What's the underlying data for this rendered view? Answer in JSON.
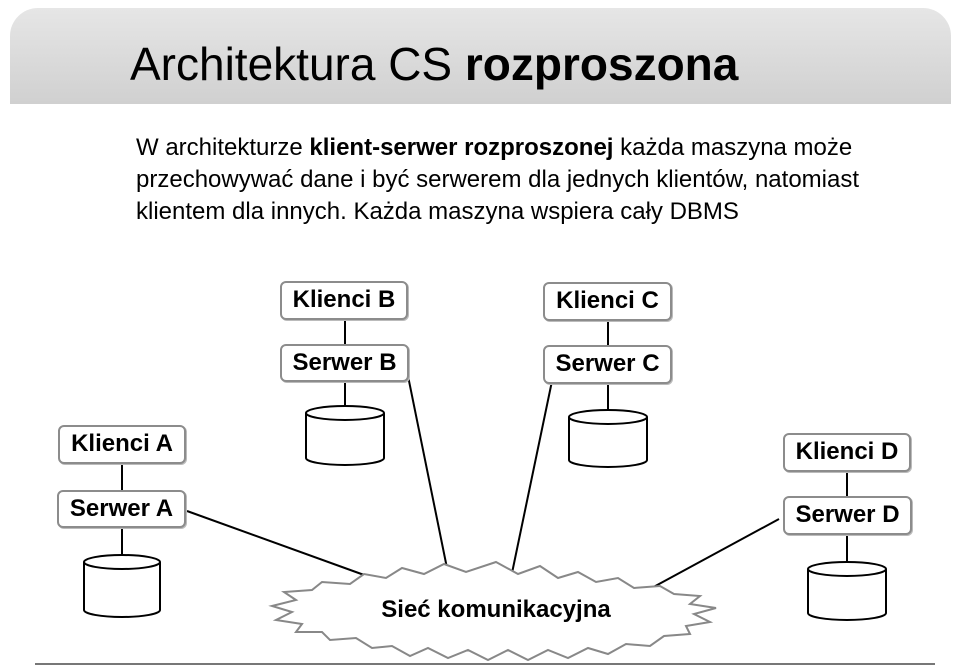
{
  "title": {
    "regular": "Architektura CS ",
    "bold": "rozproszona"
  },
  "description": {
    "pre": "W architekturze ",
    "bold": "klient-serwer rozproszonej",
    "post": " każda maszyna może przechowywać dane i być serwerem dla jednych klientów, natomiast klientem dla innych. Każda maszyna wspiera cały DBMS"
  },
  "nodes": {
    "a": {
      "clients": "Klienci A",
      "server": "Serwer A"
    },
    "b": {
      "clients": "Klienci B",
      "server": "Serwer B"
    },
    "c": {
      "clients": "Klienci C",
      "server": "Serwer C"
    },
    "d": {
      "clients": "Klienci D",
      "server": "Serwer D"
    }
  },
  "network": {
    "label": "Sieć komunikacyjna"
  }
}
